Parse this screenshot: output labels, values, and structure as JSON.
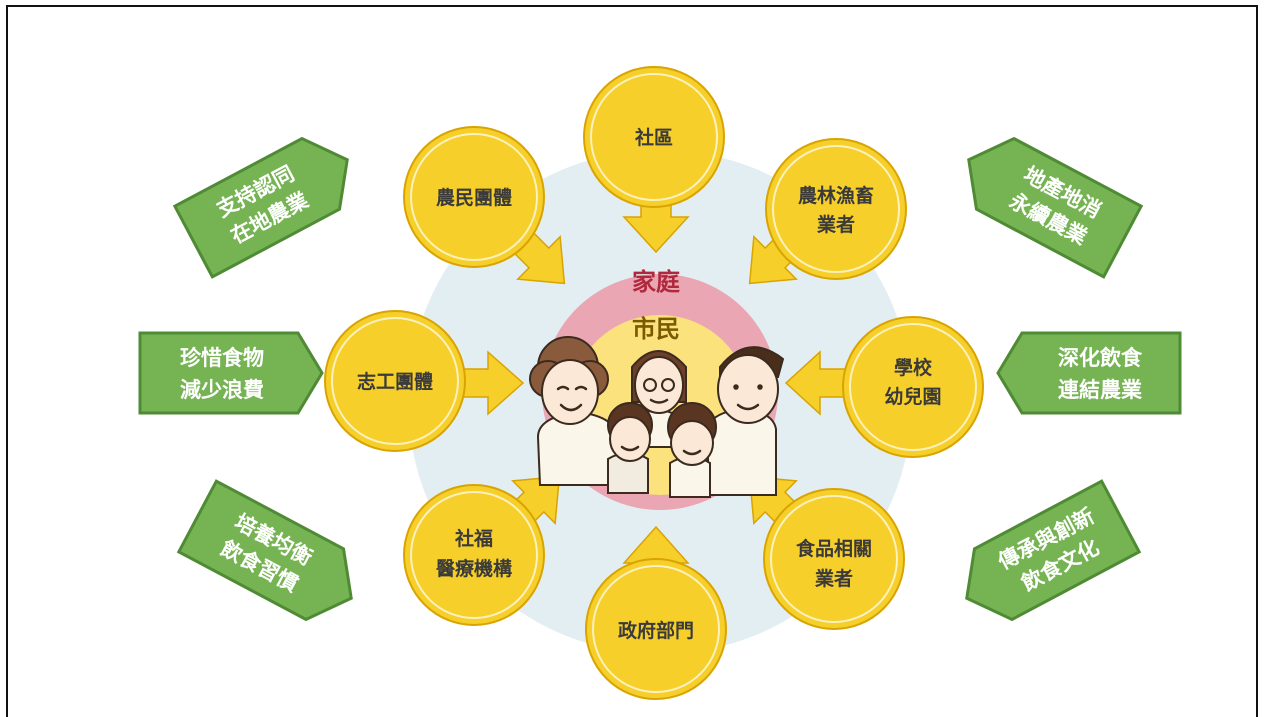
{
  "rings": {
    "outer_label": "家庭",
    "inner_label": "市民"
  },
  "actors": {
    "community": "社區",
    "farmer_groups": [
      "農民團體"
    ],
    "agri_business": [
      "農林漁畜",
      "業者"
    ],
    "volunteers": [
      "志工團體"
    ],
    "schools": [
      "學校",
      "幼兒園"
    ],
    "welfare": [
      "社福",
      "醫療機構"
    ],
    "food_business": [
      "食品相關",
      "業者"
    ],
    "government": "政府部門"
  },
  "goals": {
    "support_local": [
      "支持認同",
      "在地農業"
    ],
    "local_sustainable": [
      "地產地消",
      "永續農業"
    ],
    "cherish_food": [
      "珍惜食物",
      "減少浪費"
    ],
    "deepen_diet": [
      "深化飲食",
      "連結農業"
    ],
    "balanced_habits": [
      "培養均衡",
      "飲食習慣"
    ],
    "inherit_culture": [
      "傳承與創新",
      "飲食文化"
    ]
  },
  "colors": {
    "background_circle": "#e3eef3",
    "outer_ring": "#eaa6b2",
    "inner_ring": "#fbe27d",
    "actor_circle": "#f6cf2a",
    "actor_outline": "#d9a400",
    "arrow": "#f6cf2a",
    "goal_tag": "#76b353",
    "goal_tag_border": "#4f8a35",
    "ring_text_outer": "#b0283d",
    "ring_text_inner": "#7a5a00"
  },
  "icons": {
    "family": "family-illustration",
    "arrows": "inward-arrow"
  }
}
